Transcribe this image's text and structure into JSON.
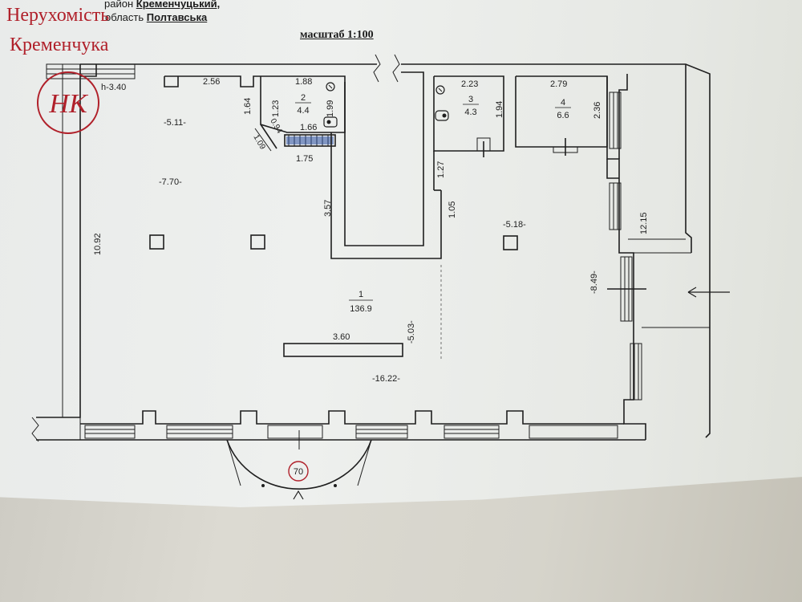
{
  "header": {
    "district_prefix": "район",
    "district_value": "Кременчуцький,",
    "region_prefix": "область",
    "region_value": "Полтавська",
    "scale": "масштаб 1:100"
  },
  "watermark": {
    "line1": "Нерухомість",
    "line2": "Кременчука",
    "logo_letters": "НК"
  },
  "plan": {
    "height_label": "h-3.40",
    "entrance_number": "70",
    "rooms": [
      {
        "number": "1",
        "area": "136.9"
      },
      {
        "number": "2",
        "area": "4.4"
      },
      {
        "number": "3",
        "area": "4.3"
      },
      {
        "number": "4",
        "area": "6.6"
      }
    ],
    "dimensions": {
      "d_2_56": "2.56",
      "d_5_11": "-5.11-",
      "d_7_70": "-7.70-",
      "d_10_92": "10.92",
      "d_1_88": "1.88",
      "d_1_23": "1.23",
      "d_1_99": "1.99",
      "d_1_64": "1.64",
      "d_0_94": "0.94",
      "d_1_66": "1.66",
      "d_1_09": "1.09",
      "d_1_75": "1.75",
      "d_3_57": "3.57",
      "d_2_23": "2.23",
      "d_1_94": "1.94",
      "d_2_79": "2.79",
      "d_2_36": "2.36",
      "d_1_27": "1.27",
      "d_1_05": "1.05",
      "d_5_18": "-5.18-",
      "d_12_15": "12.15",
      "d_8_49": "-8.49-",
      "d_5_03": "-5.03-",
      "d_3_60": "3.60",
      "d_16_22": "-16.22-"
    }
  },
  "colors": {
    "line": "#1e1e1e",
    "watermark": "#b0202a",
    "paper": "#eceeec",
    "background": "#d4d2ca"
  }
}
